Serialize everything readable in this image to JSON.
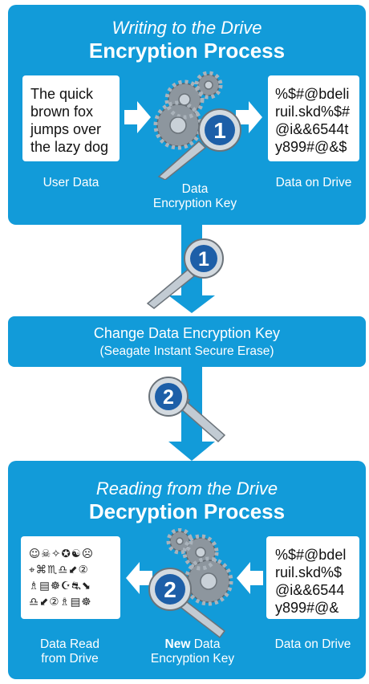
{
  "encryption": {
    "subtitle": "Writing to the Drive",
    "title": "Encryption Process",
    "user_data_lines": [
      "The quick",
      "brown fox",
      "jumps over",
      "the lazy dog"
    ],
    "encrypted_lines": [
      "%$#@bdeli",
      "ruil.skd%$#",
      "@i&&6544t",
      "y899#@&$"
    ],
    "label_user_data": "User Data",
    "label_key_lines": [
      "Data",
      "Encryption Key"
    ],
    "label_drive": "Data on Drive",
    "key_number": "1"
  },
  "change": {
    "line1": "Change Data Encryption Key",
    "line2": "(Seagate Instant Secure Erase)",
    "key1_number": "1",
    "key2_number": "2"
  },
  "decryption": {
    "subtitle": "Reading from the Drive",
    "title": "Decryption Process",
    "garbled_rows": [
      "☺☠✧✪☯☹",
      "⌖⌘♏♎⬋②",
      "♗▤☸☪⛐⬊",
      "♎⬋②♗▤☸"
    ],
    "encrypted_lines": [
      "%$#@bdel",
      "ruil.skd%$",
      "@i&&6544",
      "y899#@&"
    ],
    "label_read_lines": [
      "Data Read",
      "from Drive"
    ],
    "label_key_bold": "New",
    "label_key_rest": " Data",
    "label_key_line2": "Encryption Key",
    "label_drive": "Data on Drive",
    "key_number": "2"
  },
  "colors": {
    "panel_blue": "#129bd9",
    "key_badge": "#1d5fa8",
    "key_metal": "#b8c2cc",
    "arrow_white": "#ffffff"
  }
}
